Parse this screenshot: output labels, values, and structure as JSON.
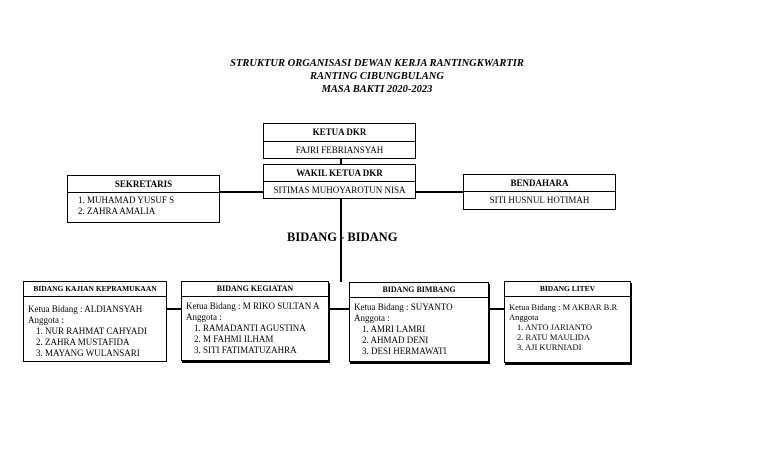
{
  "title": {
    "line1": "STRUKTUR ORGANISASI DEWAN KERJA RANTINGKWARTIR",
    "line2": "RANTING CIBUNGBULANG",
    "line3": "MASA BAKTI 2020-2023"
  },
  "ketua": {
    "role": "KETUA DKR",
    "name": "FAJRI FEBRIANSYAH"
  },
  "wakil": {
    "role": "WAKIL KETUA DKR",
    "name": "SITIMAS MUHOYAROTUN NISA"
  },
  "sekretaris": {
    "role": "SEKRETARIS",
    "members": [
      "1.  MUHAMAD YUSUF S",
      "2.  ZAHRA AMALIA"
    ]
  },
  "bendahara": {
    "role": "BENDAHARA",
    "name": "SITI HUSNUL HOTIMAH"
  },
  "bidang_label": "BIDANG - BIDANG",
  "bidang": [
    {
      "title": "BIDANG KAJIAN KEPRAMUKAAN",
      "ketua": "Ketua Bidang   : ALDIANSYAH",
      "anggota": "Anggota            :",
      "members": [
        "1.   NUR RAHMAT CAHYADI",
        "2.   ZAHRA MUSTAFIDA",
        "3.   MAYANG WULANSARI"
      ]
    },
    {
      "title": "BIDANG KEGIATAN",
      "ketua": "Ketua Bidang : M RIKO SULTAN A",
      "anggota": "Anggota              :",
      "members": [
        "1.   RAMADANTI AGUSTINA",
        "2.   M FAHMI ILHAM",
        "3.   SITI FATIMATUZAHRA"
      ]
    },
    {
      "title": "BIDANG BIMBANG",
      "ketua": "Ketua Bidang :  SUYANTO",
      "anggota": "Anggota           :",
      "members": [
        "1.   AMRI LAMRI",
        "2.   AHMAD DENI",
        "3.   DESI HERMAWATI"
      ]
    },
    {
      "title": "BIDANG LITEV",
      "ketua": "Ketua Bidang : M AKBAR B.R",
      "anggota": "Anggota",
      "members": [
        "1.   ANTO JARIANTO",
        "2.   RATU MAULIDA",
        "3.   AJI KURNIADI"
      ]
    }
  ]
}
